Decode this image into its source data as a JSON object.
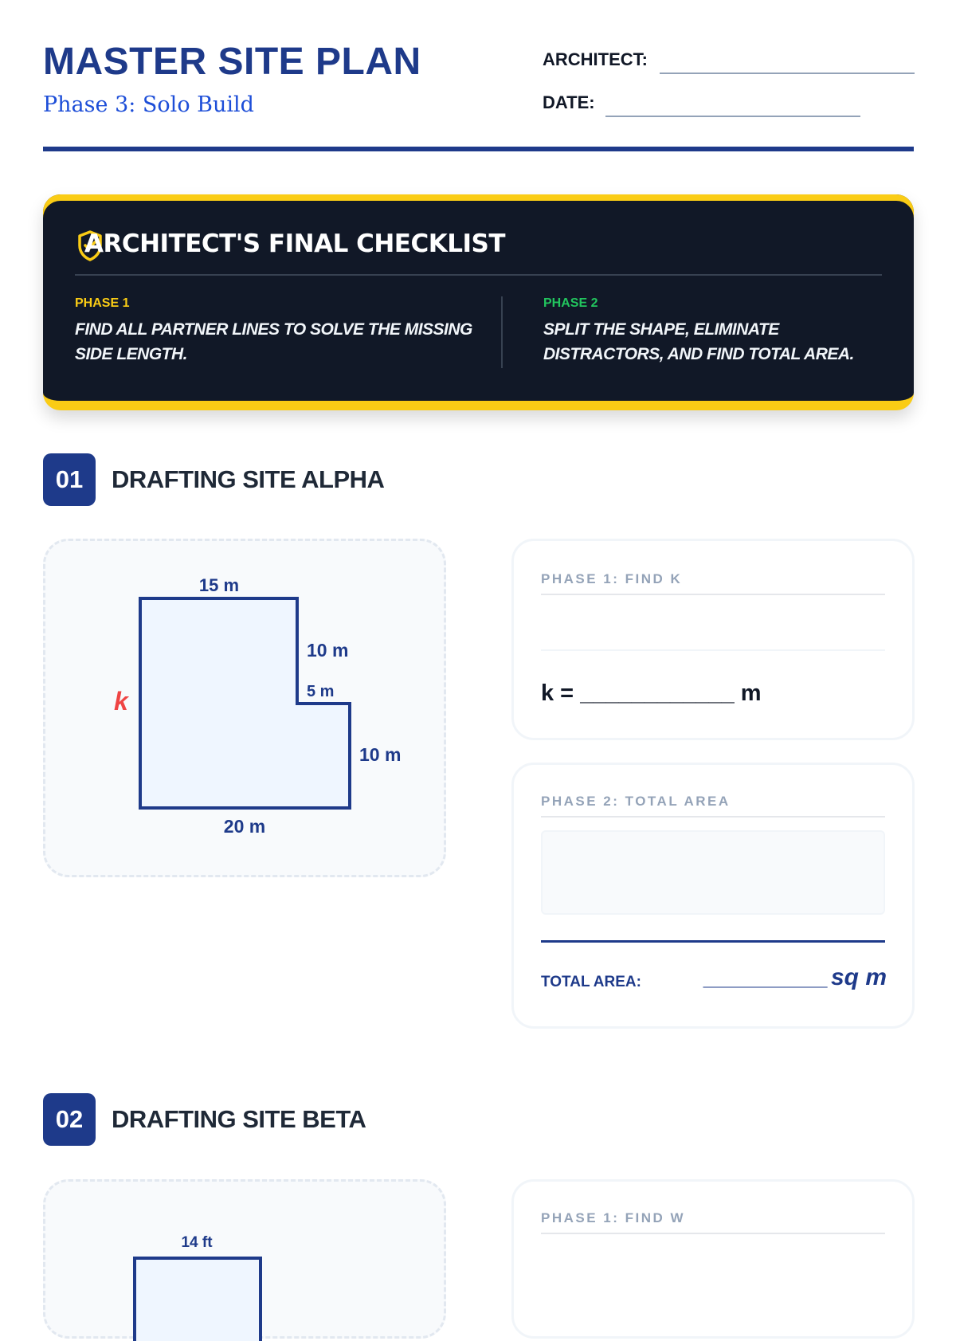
{
  "header": {
    "title": "MASTER SITE PLAN",
    "subtitle": "Phase 3: Solo Build",
    "architect_label": "ARCHITECT:",
    "date_label": "DATE:"
  },
  "checklist": {
    "icon": "shield-check-icon",
    "title": "ARCHITECT'S FINAL CHECKLIST",
    "phases": [
      {
        "label": "PHASE 1",
        "text": "FIND ALL PARTNER LINES TO SOLVE THE MISSING SIDE LENGTH.",
        "color": "#facc15"
      },
      {
        "label": "PHASE 2",
        "text": "SPLIT THE SHAPE, ELIMINATE DISTRACTORS, AND FIND TOTAL AREA.",
        "color": "#22c55e"
      }
    ]
  },
  "sections": [
    {
      "number": "01",
      "title": "DRAFTING SITE ALPHA",
      "diagram": {
        "top": "15 m",
        "right_upper": "10 m",
        "step": "5 m",
        "right_lower": "10 m",
        "bottom": "20 m",
        "unknown": "k"
      },
      "phase1": {
        "label": "PHASE 1: FIND K",
        "answer_prefix": "k =",
        "answer_blank": "____________",
        "answer_unit": "m"
      },
      "phase2": {
        "label": "PHASE 2: TOTAL AREA",
        "total_label": "TOTAL AREA:",
        "total_blank": "__________",
        "total_unit": "sq m"
      }
    },
    {
      "number": "02",
      "title": "DRAFTING SITE BETA",
      "diagram": {
        "top": "14 ft"
      },
      "phase1": {
        "label": "PHASE 1: FIND W"
      }
    }
  ]
}
